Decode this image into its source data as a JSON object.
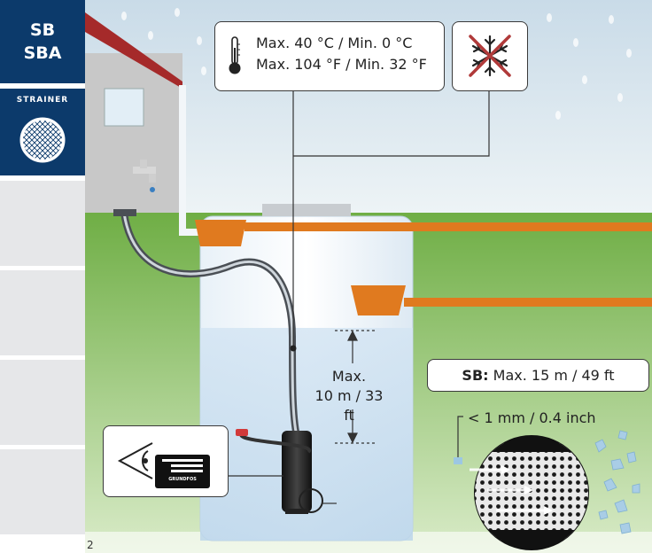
{
  "sidebar": {
    "title_line1": "SB",
    "title_line2": "SBA",
    "strainer_label": "STRAINER"
  },
  "page_number": "2",
  "callouts": {
    "temperature_celsius": "Max. 40 °C / Min. 0 °C",
    "temperature_fahrenheit": "Max. 104 °F / Min. 32 °F",
    "depth_line1": "Max.",
    "depth_line2": "10 m / 33 ft",
    "sb_label": "SB:",
    "sb_value": "Max. 15 m / 49 ft",
    "mesh_size": "< 1 mm / 0.4 inch"
  },
  "nameplate_brand": "GRUNDFOS",
  "colors": {
    "brand_blue": "#0c3a6b",
    "pipe_orange": "#e07a1f",
    "grass_green": "#6fae45",
    "tank_blue": "#cfe3f2",
    "roof_red": "#a52a2a",
    "no_frost_red": "#b03a3a"
  }
}
